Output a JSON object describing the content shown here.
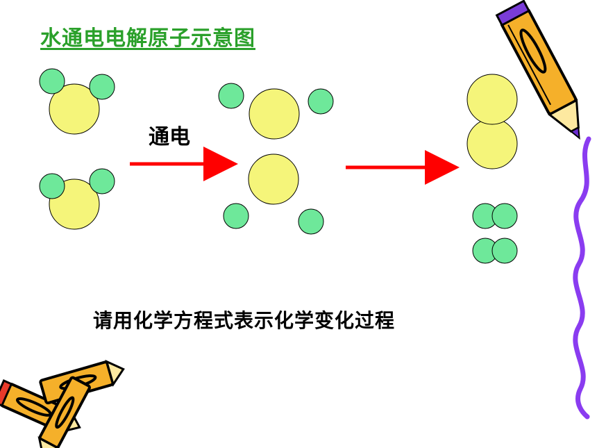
{
  "title": "水通电电解原子示意图",
  "reaction_label": "通电",
  "prompt": "请用化学方程式表示化学变化过程",
  "colors": {
    "oxygen_atom": "#f5f57a",
    "hydrogen_atom": "#6ee89a",
    "arrow": "#ff0000",
    "title": "#2aa02a",
    "ribbon": "#8a3cf0"
  },
  "icons": [
    "pencil-icon",
    "crossed-pencils-icon",
    "wavy-ribbon-icon"
  ]
}
